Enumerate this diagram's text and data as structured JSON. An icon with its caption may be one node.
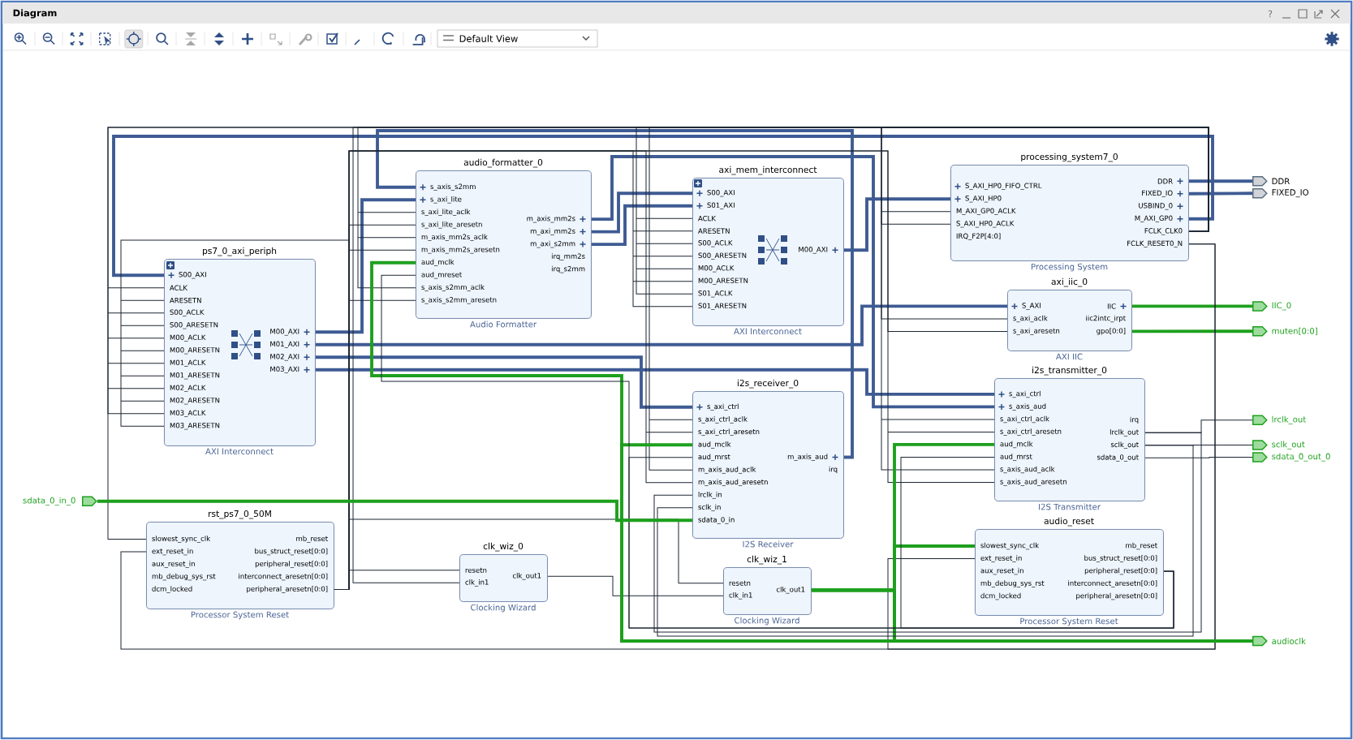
{
  "diagram": {
    "title": "Diagram",
    "nodes": [
      {
        "text": [
          "ps7_0_axi_periph",
          "S00_AXI",
          "ACLK",
          "ARESETN",
          "S00_ACLK",
          "S00_ARESETN",
          "M00_ACLK",
          "M00_ARESETN",
          "M01_ACLK",
          "M01_ARESETN",
          "M02_ACLK",
          "M02_ARESETN",
          "M03_ACLK",
          "M03_ARESETN",
          "M00_AXI",
          "M01_AXI",
          "M02_AXI",
          "M03_AXI",
          "AXI Interconnect"
        ]
      },
      {
        "text": [
          "audio_formatter_0",
          "s_axis_s2mm",
          "s_axi_lite",
          "s_axi_lite_aclk",
          "s_axi_lite_aresetn",
          "m_axis_mm2s_aclk",
          "m_axis_mm2s_aresetn",
          "aud_mclk",
          "aud_mreset",
          "s_axis_s2mm_aclk",
          "s_axis_s2mm_aresetn",
          "m_axis_mm2s",
          "m_axi_mm2s",
          "m_axi_s2mm",
          "irq_mm2s",
          "irq_s2mm",
          "Audio Formatter"
        ]
      },
      {
        "text": [
          "axi_mem_interconnect",
          "S00_AXI",
          "S01_AXI",
          "ACLK",
          "ARESETN",
          "S00_ACLK",
          "S00_ARESETN",
          "M00_ACLK",
          "M00_ARESETN",
          "S01_ACLK",
          "S01_ARESETN",
          "M00_AXI",
          "AXI Interconnect"
        ]
      },
      {
        "text": [
          "processing_system7_0",
          "S_AXI_HP0_FIFO_CTRL",
          "S_AXI_HP0",
          "M_AXI_GP0_ACLK",
          "S_AXI_HP0_ACLK",
          "IRQ_F2P[4:0]",
          "DDR",
          "FIXED_IO",
          "USBIND_0",
          "M_AXI_GP0",
          "FCLK_CLK0",
          "FCLK_RESET0_N",
          "Processing System"
        ]
      },
      {
        "text": [
          "axi_iic_0",
          "S_AXI",
          "s_axi_aclk",
          "s_axi_aresetn",
          "IIC",
          "iic2intc_irpt",
          "gpo[0:0]",
          "AXI IIC"
        ]
      },
      {
        "text": [
          "i2s_receiver_0",
          "s_axi_ctrl",
          "s_axi_ctrl_aclk",
          "s_axi_ctrl_aresetn",
          "aud_mclk",
          "aud_mrst",
          "m_axis_aud_aclk",
          "m_axis_aud_aresetn",
          "lrclk_in",
          "sclk_in",
          "sdata_0_in",
          "m_axis_aud",
          "irq",
          "I2S Receiver"
        ]
      },
      {
        "text": [
          "i2s_transmitter_0",
          "s_axi_ctrl",
          "s_axis_aud",
          "s_axi_ctrl_aclk",
          "s_axi_ctrl_aresetn",
          "aud_mclk",
          "aud_mrst",
          "s_axis_aud_aclk",
          "s_axis_aud_aresetn",
          "irq",
          "lrclk_out",
          "sclk_out",
          "sdata_0_out",
          "I2S Transmitter"
        ]
      },
      {
        "text": [
          "rst_ps7_0_50M",
          "slowest_sync_clk",
          "ext_reset_in",
          "aux_reset_in",
          "mb_debug_sys_rst",
          "dcm_locked",
          "mb_reset",
          "bus_struct_reset[0:0]",
          "peripheral_reset[0:0]",
          "interconnect_aresetn[0:0]",
          "peripheral_aresetn[0:0]",
          "Processor System Reset"
        ]
      },
      {
        "text": [
          "clk_wiz_0",
          "resetn",
          "clk_in1",
          "clk_out1",
          "Clocking Wizard"
        ]
      },
      {
        "text": [
          "clk_wiz_1",
          "resetn",
          "clk_in1",
          "clk_out1",
          "Clocking Wizard"
        ]
      },
      {
        "text": [
          "audio_reset",
          "slowest_sync_clk",
          "ext_reset_in",
          "aux_reset_in",
          "mb_debug_sys_rst",
          "dcm_locked",
          "mb_reset",
          "bus_struct_reset[0:0]",
          "peripheral_reset[0:0]",
          "interconnect_aresetn[0:0]",
          "peripheral_aresetn[0:0]",
          "Processor System Reset"
        ]
      },
      {
        "text": [
          "DDR"
        ]
      },
      {
        "text": [
          "FIXED_IO"
        ]
      },
      {
        "text": [
          "IIC_0"
        ]
      },
      {
        "text": [
          "muten[0:0]"
        ]
      },
      {
        "text": [
          "lrclk_out"
        ]
      },
      {
        "text": [
          "sclk_out"
        ]
      },
      {
        "text": [
          "sdata_0_out_0"
        ]
      },
      {
        "text": [
          "audioclk"
        ]
      },
      {
        "text": [
          "sdata_0_in_0"
        ]
      }
    ],
    "edges": [
      {
        "from": 3,
        "to": 0,
        "arrow": "none",
        "style": "thick",
        "color": "#3e5b93"
      },
      {
        "from": 0,
        "to": 1,
        "arrow": "none",
        "style": "thick",
        "color": "#3e5b93"
      },
      {
        "from": 0,
        "to": 4,
        "arrow": "none",
        "style": "thick",
        "color": "#3e5b93"
      },
      {
        "from": 0,
        "to": 5,
        "arrow": "none",
        "style": "thick",
        "color": "#3e5b93"
      },
      {
        "from": 0,
        "to": 6,
        "arrow": "none",
        "style": "thick",
        "color": "#3e5b93"
      },
      {
        "from": 1,
        "to": 6,
        "arrow": "none",
        "style": "thick",
        "color": "#3e5b93"
      },
      {
        "from": 1,
        "to": 2,
        "arrow": "none",
        "style": "thick",
        "color": "#3e5b93"
      },
      {
        "from": 1,
        "to": 2,
        "arrow": "none",
        "style": "thick",
        "color": "#3e5b93"
      },
      {
        "from": 5,
        "to": 1,
        "arrow": "none",
        "style": "thick",
        "color": "#3e5b93"
      },
      {
        "from": 2,
        "to": 3,
        "arrow": "none",
        "style": "thick",
        "color": "#3e5b93"
      },
      {
        "from": 3,
        "to": 11,
        "arrow": "none",
        "style": "thick",
        "color": "#3e5b93"
      },
      {
        "from": 3,
        "to": 12,
        "arrow": "none",
        "style": "thick",
        "color": "#3e5b93"
      },
      {
        "from": 4,
        "to": 13,
        "arrow": "none",
        "style": "thick",
        "color": "#1ea01e"
      },
      {
        "from": 4,
        "to": 14,
        "arrow": "none",
        "style": "thick",
        "color": "#1ea01e"
      },
      {
        "from": 3,
        "to": 0,
        "arrow": "none"
      },
      {
        "from": 3,
        "to": 7,
        "arrow": "none"
      },
      {
        "from": 3,
        "to": 1,
        "arrow": "none"
      },
      {
        "from": 3,
        "to": 2,
        "arrow": "none"
      },
      {
        "from": 3,
        "to": 8,
        "arrow": "none"
      },
      {
        "from": 3,
        "to": 5,
        "arrow": "none"
      },
      {
        "from": 3,
        "to": 6,
        "arrow": "none"
      },
      {
        "from": 3,
        "to": 4,
        "arrow": "none"
      },
      {
        "from": 3,
        "to": 3,
        "arrow": "none"
      },
      {
        "from": 3,
        "to": 7,
        "arrow": "none"
      },
      {
        "from": 3,
        "to": 10,
        "arrow": "none"
      },
      {
        "from": 7,
        "to": 0,
        "arrow": "none"
      },
      {
        "from": 7,
        "to": 1,
        "arrow": "none"
      },
      {
        "from": 7,
        "to": 2,
        "arrow": "none"
      },
      {
        "from": 7,
        "to": 4,
        "arrow": "none"
      },
      {
        "from": 7,
        "to": 5,
        "arrow": "none"
      },
      {
        "from": 7,
        "to": 6,
        "arrow": "none"
      },
      {
        "from": 7,
        "to": 8,
        "arrow": "none"
      },
      {
        "from": 7,
        "to": 9,
        "arrow": "none"
      },
      {
        "from": 8,
        "to": 9,
        "arrow": "none"
      },
      {
        "from": 9,
        "to": 10,
        "arrow": "none",
        "style": "thick",
        "color": "#1ea01e"
      },
      {
        "from": 9,
        "to": 18,
        "arrow": "none",
        "style": "thick",
        "color": "#1ea01e"
      },
      {
        "from": 9,
        "to": 6,
        "arrow": "none",
        "style": "thick",
        "color": "#1ea01e"
      },
      {
        "from": 9,
        "to": 5,
        "arrow": "none",
        "style": "thick",
        "color": "#1ea01e"
      },
      {
        "from": 9,
        "to": 1,
        "arrow": "none",
        "style": "thick",
        "color": "#1ea01e"
      },
      {
        "from": 10,
        "to": 6,
        "arrow": "none"
      },
      {
        "from": 10,
        "to": 5,
        "arrow": "none"
      },
      {
        "from": 10,
        "to": 1,
        "arrow": "none"
      },
      {
        "from": 6,
        "to": 15,
        "arrow": "none"
      },
      {
        "from": 6,
        "to": 5,
        "arrow": "none"
      },
      {
        "from": 6,
        "to": 16,
        "arrow": "none"
      },
      {
        "from": 6,
        "to": 5,
        "arrow": "none"
      },
      {
        "from": 6,
        "to": 17,
        "arrow": "none"
      },
      {
        "from": 19,
        "to": 5,
        "arrow": "none",
        "style": "thick",
        "color": "#1ea01e"
      }
    ],
    "labels": [
      "?",
      "Default View"
    ]
  }
}
